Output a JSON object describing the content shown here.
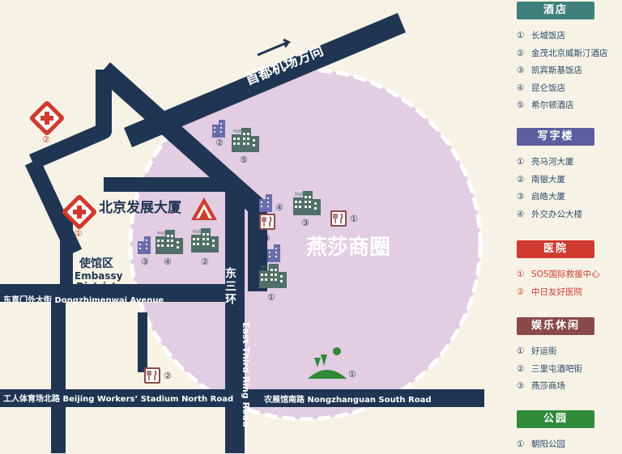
{
  "map": {
    "district_name": "燕莎商圈",
    "building": "北京发展大厦",
    "embassy_cn": "使馆区",
    "embassy_en1": "Embassy",
    "embassy_en2": "District",
    "airport_road": "首都机场方向",
    "ring_cn": "东三环",
    "ring_en": "East Third Ring Road",
    "dzm_road": "东直门外大街 Dongzhimenwai Avenue",
    "workers_road": "工人体育场北路 Beijing Workers’ Stadium North Road",
    "nzg_road": "农展馆南路 Nongzhanguan South Road",
    "hotel_text": "Hotel",
    "markers": {
      "m1": "②",
      "m2": "①",
      "m3": "⑤",
      "m4": "②",
      "m5": "③",
      "m6": "④",
      "m7": "②",
      "m8": "④",
      "m9": "③",
      "m10": "③",
      "m11": "①",
      "m12": "①",
      "m13": "②",
      "m14": "①"
    }
  },
  "colors": {
    "road": "#1f3553",
    "circle": "#e2cde2",
    "hotel": "#4f6f68",
    "office": "#6a6cab",
    "hospital": "#d03a2f",
    "entertainment": "#8b4a4a",
    "park": "#2f8a3a"
  },
  "sidebar": {
    "hotels": {
      "title": "酒店",
      "color": "#3f7f7b",
      "items": [
        {
          "n": "①",
          "label": "长城饭店"
        },
        {
          "n": "②",
          "label": "金茂北京威斯汀酒店"
        },
        {
          "n": "③",
          "label": "凯宾斯基饭店"
        },
        {
          "n": "④",
          "label": "昆仑饭店"
        },
        {
          "n": "⑤",
          "label": "希尔顿酒店"
        }
      ]
    },
    "offices": {
      "title": "写字楼",
      "color": "#5d5e9f",
      "items": [
        {
          "n": "①",
          "label": "亮马河大厦"
        },
        {
          "n": "②",
          "label": "南银大厦"
        },
        {
          "n": "③",
          "label": "启皓大厦"
        },
        {
          "n": "④",
          "label": "外交办公大楼"
        }
      ]
    },
    "hospitals": {
      "title": "医院",
      "color": "#d03a2f",
      "items": [
        {
          "n": "①",
          "label": "SOS国际救援中心"
        },
        {
          "n": "②",
          "label": "中日友好医院"
        }
      ]
    },
    "entertainment": {
      "title": "娱乐休闲",
      "color": "#8b4a4a",
      "items": [
        {
          "n": "①",
          "label": "好运街"
        },
        {
          "n": "②",
          "label": "三里屯酒吧街"
        },
        {
          "n": "③",
          "label": "燕莎商场"
        }
      ]
    },
    "parks": {
      "title": "公园",
      "color": "#2f8a3a",
      "items": [
        {
          "n": "①",
          "label": "朝阳公园"
        }
      ]
    }
  }
}
